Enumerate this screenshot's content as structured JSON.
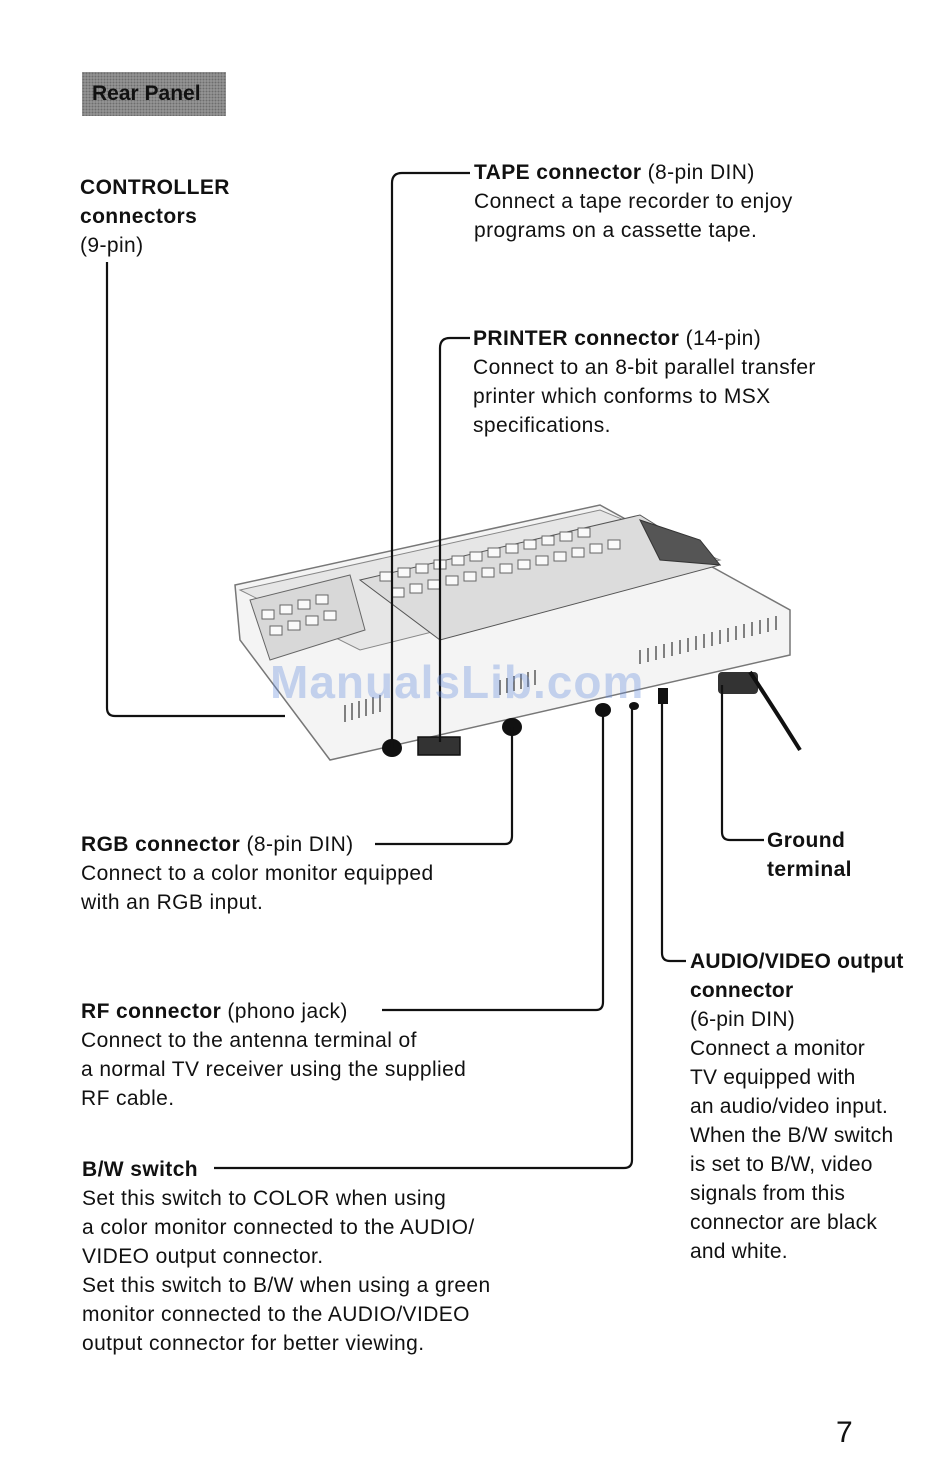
{
  "section_title": "Rear Panel",
  "controller": {
    "title": "CONTROLLER",
    "title2": "connectors",
    "spec": "(9-pin)"
  },
  "tape": {
    "title": "TAPE connector",
    "spec": "(8-pin DIN)",
    "desc": [
      "Connect a tape recorder to enjoy",
      "programs on a cassette tape."
    ]
  },
  "printer": {
    "title": "PRINTER connector",
    "spec": "(14-pin)",
    "desc": [
      "Connect to an 8-bit parallel transfer",
      "printer which conforms to MSX",
      "specifications."
    ]
  },
  "rgb": {
    "title": "RGB connector",
    "spec": "(8-pin DIN)",
    "desc": [
      "Connect to a color monitor equipped",
      "with an RGB input."
    ]
  },
  "ground": {
    "title": "Ground",
    "title2": "terminal"
  },
  "rf": {
    "title": "RF connector",
    "spec": "(phono jack)",
    "desc": [
      "Connect to the antenna terminal of",
      "a normal TV receiver using the supplied",
      "RF cable."
    ]
  },
  "av": {
    "title": "AUDIO/VIDEO output",
    "title2": "connector",
    "spec": "(6-pin DIN)",
    "desc": [
      "Connect a monitor",
      "TV equipped with",
      "an audio/video input.",
      "When the B/W switch",
      "is set to B/W, video",
      "signals from this",
      "connector are black",
      "and white."
    ]
  },
  "bw": {
    "title": "B/W switch",
    "desc": [
      "Set this switch to COLOR when using",
      "a color monitor connected to the AUDIO/",
      "VIDEO output connector.",
      "Set this switch to B/W when using a green",
      "monitor connected to the AUDIO/VIDEO",
      "output connector for better viewing."
    ]
  },
  "watermark": "ManualsLib.com",
  "page_number": "7"
}
